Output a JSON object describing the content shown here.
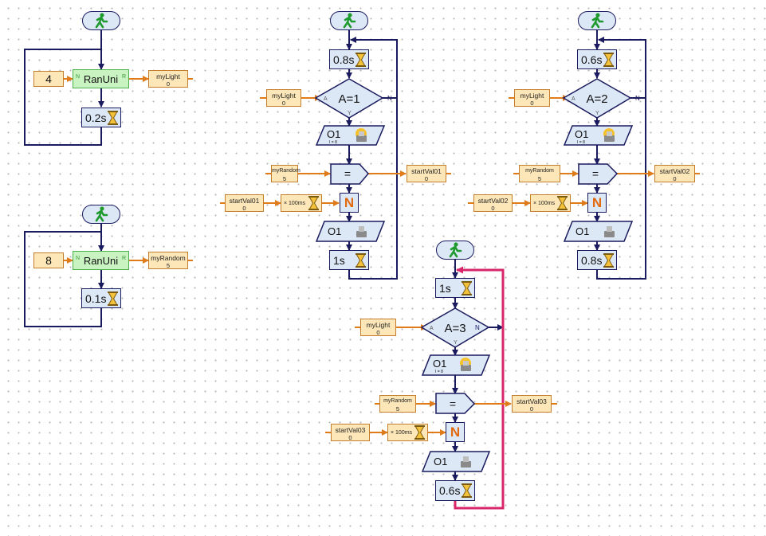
{
  "colors": {
    "flow": "#1a1a5e",
    "data": "#e07b1a",
    "loop_highlight": "#d9266b",
    "block_fill": "#dde8f7",
    "var_fill": "#fde7b8",
    "fn_fill": "#c9f3c1"
  },
  "icons": {
    "start": "walking-man-icon",
    "wait": "hourglass-icon",
    "lamp_on": "lamp-on-icon",
    "lamp_off": "lamp-off-icon"
  },
  "gen1": {
    "const": "4",
    "fn": "RanUni",
    "pin_n": "N",
    "pin_r": "R",
    "out_name": "myLight",
    "out_val": "0",
    "wait": "0.2s"
  },
  "gen2": {
    "const": "8",
    "fn": "RanUni",
    "pin_n": "N",
    "pin_r": "R",
    "out_name": "myRandom",
    "out_val": "5",
    "wait": "0.1s"
  },
  "p1": {
    "wait_top": "0.8s",
    "in_name": "myLight",
    "in_val": "0",
    "cond": "A=1",
    "pin_a": "A",
    "pin_y": "Y",
    "pin_n": "N",
    "out_on": "O1",
    "out_on_sub": "I = 8",
    "cmp_in_name": "myRandom",
    "cmp_in_val": "5",
    "cmp": "=",
    "cmp_out_name": "startVal01",
    "cmp_out_val": "0",
    "delay_in_name": "startVal01",
    "delay_in_val": "0",
    "delay_mult": "× 100ms",
    "nblk": "N",
    "out_off": "O1",
    "wait_bottom": "1s"
  },
  "p2": {
    "wait_top": "0.6s",
    "in_name": "myLight",
    "in_val": "0",
    "cond": "A=2",
    "pin_a": "A",
    "pin_y": "Y",
    "pin_n": "N",
    "out_on": "O1",
    "out_on_sub": "I = 8",
    "cmp_in_name": "myRandom",
    "cmp_in_val": "5",
    "cmp": "=",
    "cmp_out_name": "startVal02",
    "cmp_out_val": "0",
    "delay_in_name": "startVal02",
    "delay_in_val": "0",
    "delay_mult": "× 100ms",
    "nblk": "N",
    "out_off": "O1",
    "wait_bottom": "0.8s"
  },
  "p3": {
    "wait_top": "1s",
    "in_name": "myLight",
    "in_val": "0",
    "cond": "A=3",
    "pin_a": "A",
    "pin_y": "Y",
    "pin_n": "N",
    "out_on": "O1",
    "out_on_sub": "I = 8",
    "cmp_in_name": "myRandom",
    "cmp_in_val": "5",
    "cmp": "=",
    "cmp_out_name": "startVal03",
    "cmp_out_val": "0",
    "delay_in_name": "startVal03",
    "delay_in_val": "0",
    "delay_mult": "× 100ms",
    "nblk": "N",
    "out_off": "O1",
    "wait_bottom": "0.6s"
  }
}
